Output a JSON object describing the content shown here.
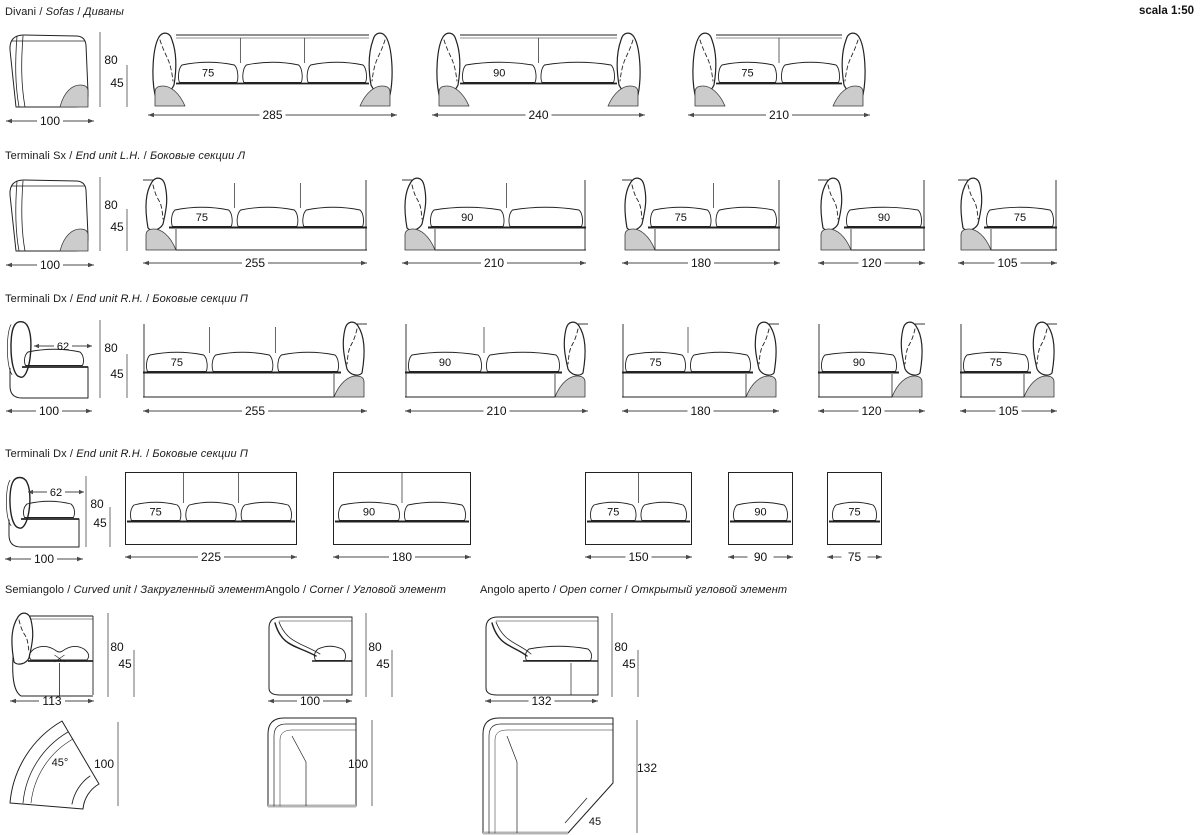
{
  "page": {
    "scale_note": "scala 1:50",
    "separator": " / "
  },
  "colors": {
    "line": "#222222",
    "dim": "#4a4a4a",
    "foot_fill": "#cccccc",
    "text": "#111111",
    "background": "#ffffff"
  },
  "sections": [
    {
      "id": "sofas",
      "title_it": "Divani",
      "title_en": "Sofas",
      "title_ru": "Диваны",
      "unit_type": "both-arms",
      "side_view": {
        "width": "100",
        "height": "80",
        "seat_height": "45"
      },
      "units": [
        {
          "width": "285",
          "cushion": "75",
          "cushions": 3
        },
        {
          "width": "240",
          "cushion": "90",
          "cushions": 2
        },
        {
          "width": "210",
          "cushion": "75",
          "cushions": 2
        }
      ]
    },
    {
      "id": "end-unit-left",
      "title_it": "Terminali Sx",
      "title_en": "End unit L.H.",
      "title_ru": "Боковые секции Л",
      "unit_type": "left-arm",
      "side_view": {
        "width": "100",
        "height": "80",
        "seat_height": "45"
      },
      "units": [
        {
          "width": "255",
          "cushion": "75",
          "cushions": 3
        },
        {
          "width": "210",
          "cushion": "90",
          "cushions": 2
        },
        {
          "width": "180",
          "cushion": "75",
          "cushions": 2
        },
        {
          "width": "120",
          "cushion": "90",
          "cushions": 1
        },
        {
          "width": "105",
          "cushion": "75",
          "cushions": 1
        }
      ]
    },
    {
      "id": "end-unit-right",
      "title_it": "Terminali Dx",
      "title_en": "End unit R.H.",
      "title_ru": "Боковые секции П",
      "unit_type": "right-arm",
      "side_view": {
        "width": "100",
        "height": "80",
        "seat_height": "45",
        "depth": "62"
      },
      "units": [
        {
          "width": "255",
          "cushion": "75",
          "cushions": 3
        },
        {
          "width": "210",
          "cushion": "90",
          "cushions": 2
        },
        {
          "width": "180",
          "cushion": "75",
          "cushions": 2
        },
        {
          "width": "120",
          "cushion": "90",
          "cushions": 1
        },
        {
          "width": "105",
          "cushion": "75",
          "cushions": 1
        }
      ]
    },
    {
      "id": "armless-units",
      "title_it": "Terminali Dx",
      "title_en": "End unit R.H.",
      "title_ru": "Боковые секции П",
      "unit_type": "armless",
      "side_view": {
        "width": "100",
        "height": "80",
        "seat_height": "45",
        "depth": "62"
      },
      "units": [
        {
          "width": "225",
          "cushion": "75",
          "cushions": 3
        },
        {
          "width": "180",
          "cushion": "90",
          "cushions": 2
        },
        {
          "width": "150",
          "cushion": "75",
          "cushions": 2
        },
        {
          "width": "90",
          "cushion": "90",
          "cushions": 1
        },
        {
          "width": "75",
          "cushion": "75",
          "cushions": 1
        }
      ]
    }
  ],
  "corner_sections": [
    {
      "id": "semiangolo",
      "title_it": "Semiangolo",
      "title_en": "Curved unit",
      "title_ru": "Закругленный элемент",
      "front": {
        "width": "113",
        "height": "80",
        "seat_height": "45"
      },
      "top": {
        "depth": "100",
        "angle": "45°"
      }
    },
    {
      "id": "angolo",
      "title_it": "Angolo",
      "title_en": "Corner",
      "title_ru": "Угловой элемент",
      "front": {
        "width": "100",
        "height": "80",
        "seat_height": "45"
      },
      "top": {
        "depth": "100"
      }
    },
    {
      "id": "angolo-aperto",
      "title_it": "Angolo aperto",
      "title_en": "Open corner",
      "title_ru": "Открытый угловой элемент",
      "front": {
        "width": "132",
        "height": "80",
        "seat_height": "45"
      },
      "top": {
        "depth": "132",
        "cut": "45"
      }
    }
  ]
}
